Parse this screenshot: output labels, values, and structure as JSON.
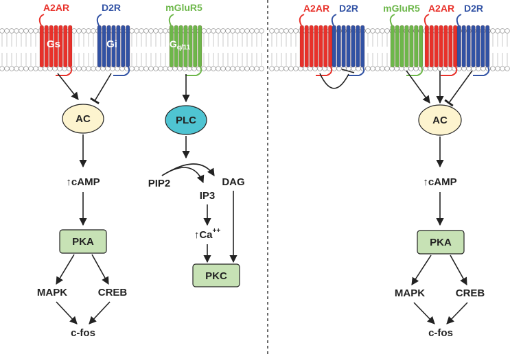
{
  "receptors": {
    "a2ar": "A2AR",
    "d2r": "D2R",
    "mglur5": "mGluR5"
  },
  "gproteins": {
    "gs": "Gs",
    "gi": "Gi",
    "gq_base": "G",
    "gq_sub": "q/11"
  },
  "nodes": {
    "ac": "AC",
    "camp": "↑cAMP",
    "pka": "PKA",
    "mapk": "MAPK",
    "creb": "CREB",
    "cfos": "c-fos",
    "plc": "PLC",
    "pip2": "PIP2",
    "dag": "DAG",
    "ip3": "IP3",
    "ca": "↑Ca",
    "ca_sup": "++",
    "pkc": "PKC"
  },
  "colors": {
    "a2ar": "#e8312a",
    "d2r": "#3152a4",
    "mglur5": "#6db74a",
    "ac_fill": "#fdf4cf",
    "plc_fill": "#4fc4d2",
    "box_fill": "#c7e2b5",
    "membrane": "#c8c8c8"
  }
}
